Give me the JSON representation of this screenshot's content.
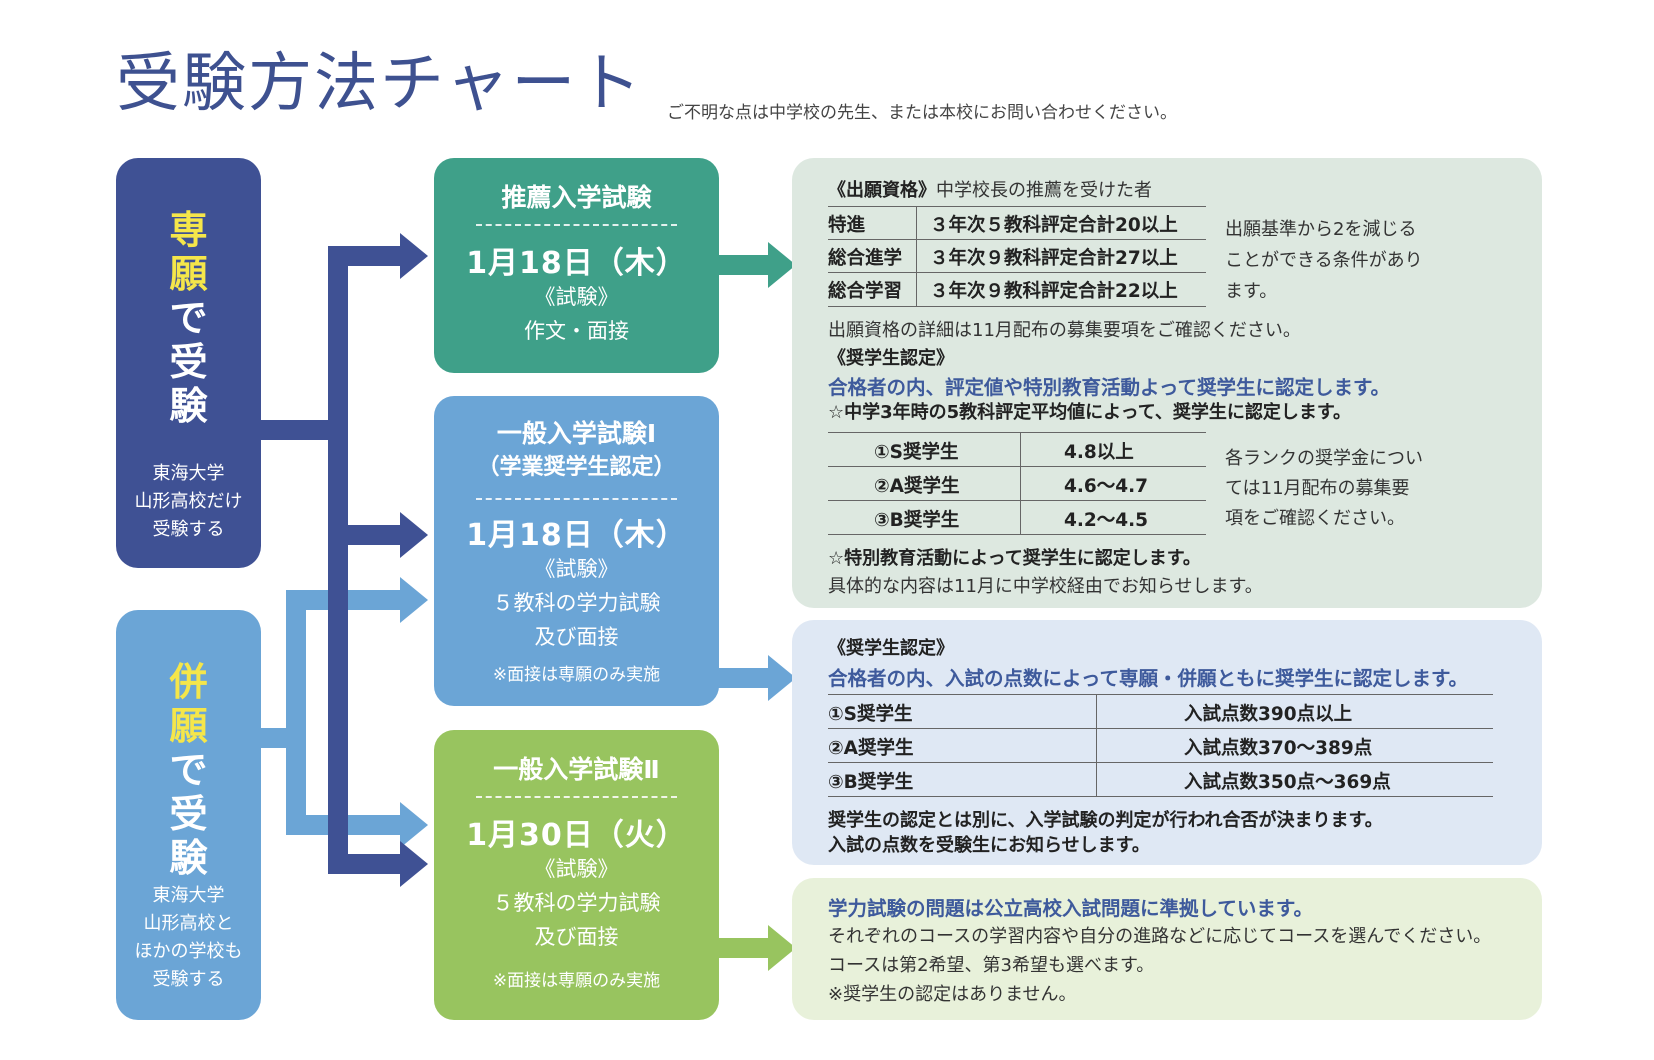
{
  "title": "受験方法チャート",
  "subtitle": "ご不明な点は中学校の先生、または本校にお問い合わせください。",
  "colors": {
    "title": "#3e5190",
    "dark_blue": "#3f5194",
    "light_blue": "#6ba5d6",
    "teal": "#3fa089",
    "exam_blue": "#6ba5d6",
    "green": "#98c45f",
    "info_green_bg": "#dde8e0",
    "info_blue_bg": "#dfe8f4",
    "info_lime_bg": "#e8f1da",
    "highlight_yellow": "#f5e64a"
  },
  "left": {
    "sengan": {
      "head_highlight": [
        "専",
        "願"
      ],
      "head_rest": [
        "で",
        "受",
        "験"
      ],
      "sub": [
        "東海大学",
        "山形高校だけ",
        "受験する"
      ]
    },
    "heigan": {
      "head_highlight": [
        "併",
        "願"
      ],
      "head_rest": [
        "で",
        "受",
        "験"
      ],
      "sub": [
        "東海大学",
        "山形高校と",
        "ほかの学校も",
        "受験する"
      ]
    }
  },
  "exams": {
    "suisen": {
      "name": "推薦入学試験",
      "date": "1月18日（木）",
      "label": "《試験》",
      "content": "作文・面接"
    },
    "ippan1": {
      "name": "一般入学試験Ⅰ",
      "name2": "（学業奨学生認定）",
      "date": "1月18日（木）",
      "label": "《試験》",
      "content1": "５教科の学力試験",
      "content2": "及び面接",
      "note": "※面接は専願のみ実施"
    },
    "ippan2": {
      "name": "一般入学試験Ⅱ",
      "date": "1月30日（火）",
      "label": "《試験》",
      "content1": "５教科の学力試験",
      "content2": "及び面接",
      "note": "※面接は専願のみ実施"
    }
  },
  "info1": {
    "qual_label": "《出願資格》",
    "qual_text": "中学校長の推薦を受けた者",
    "qual_rows": [
      {
        "course": "特進",
        "req": "３年次５教科評定合計20以上"
      },
      {
        "course": "総合進学",
        "req": "３年次９教科評定合計27以上"
      },
      {
        "course": "総合学習",
        "req": "３年次９教科評定合計22以上"
      }
    ],
    "qual_side": [
      "出願基準から2を減じる",
      "ことができる条件があり",
      "ます。"
    ],
    "qual_detail": "出願資格の詳細は11月配布の募集要項をご確認ください。",
    "sch_label": "《奨学生認定》",
    "sch_blue": "合格者の内、評定値や特別教育活動よって奨学生に認定します。",
    "sch_star1": "☆中学3年時の5教科評定平均値によって、奨学生に認定します。",
    "sch_rows": [
      {
        "rank": "①S奨学生",
        "value": "4.8以上"
      },
      {
        "rank": "②A奨学生",
        "value": "4.6〜4.7"
      },
      {
        "rank": "③B奨学生",
        "value": "4.2〜4.5"
      }
    ],
    "sch_side": [
      "各ランクの奨学金につい",
      "ては11月配布の募集要",
      "項をご確認ください。"
    ],
    "sch_star2": "☆特別教育活動によって奨学生に認定します。",
    "sch_detail": "具体的な内容は11月に中学校経由でお知らせします。"
  },
  "info2": {
    "label": "《奨学生認定》",
    "blue": "合格者の内、入試の点数によって専願・併願ともに奨学生に認定します。",
    "rows": [
      {
        "rank": "①S奨学生",
        "score": "入試点数390点以上"
      },
      {
        "rank": "②A奨学生",
        "score": "入試点数370〜389点"
      },
      {
        "rank": "③B奨学生",
        "score": "入試点数350点〜369点"
      }
    ],
    "note1": "奨学生の認定とは別に、入学試験の判定が行われ合否が決まります。",
    "note2": "入試の点数を受験生にお知らせします。"
  },
  "info3": {
    "blue": "学力試験の問題は公立高校入試問題に準拠しています。",
    "line1": "それぞれのコースの学習内容や自分の進路などに応じてコースを選んでください。",
    "line2": "コースは第2希望、第3希望も選べます。",
    "line3": "※奨学生の認定はありません。"
  }
}
